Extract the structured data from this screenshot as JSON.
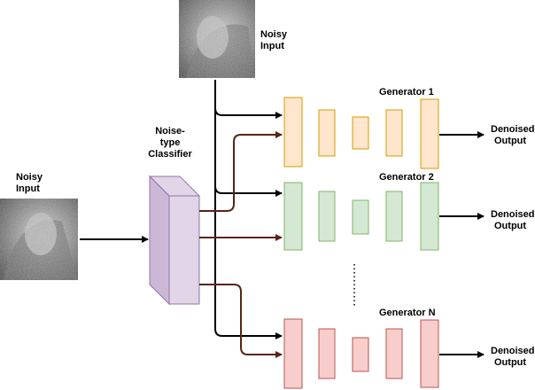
{
  "colors": {
    "black_arrow": "#000000",
    "brown_arrow": "#5a2314",
    "classifier_fill": "#e1d5e7",
    "classifier_stroke": "#9673a6",
    "gen1_fill": "#ffe6cc",
    "gen1_stroke": "#d79b00",
    "gen2_fill": "#d5e8d4",
    "gen2_stroke": "#82b366",
    "genN_fill": "#f8cecc",
    "genN_stroke": "#b85450"
  },
  "inputs": {
    "top": {
      "label_line1": "Noisy",
      "label_line2": "Input"
    },
    "left": {
      "label_line1": "Noisy",
      "label_line2": "Input"
    }
  },
  "classifier": {
    "line1": "Noise-",
    "line2": "type",
    "line3": "Classifier"
  },
  "generators": [
    {
      "name": "Generator 1",
      "out_line1": "Denoised",
      "out_line2": "Output"
    },
    {
      "name": "Generator 2",
      "out_line1": "Denoised",
      "out_line2": "Output"
    },
    {
      "name": "Generator N",
      "out_line1": "Denoised",
      "out_line2": "Output"
    }
  ]
}
